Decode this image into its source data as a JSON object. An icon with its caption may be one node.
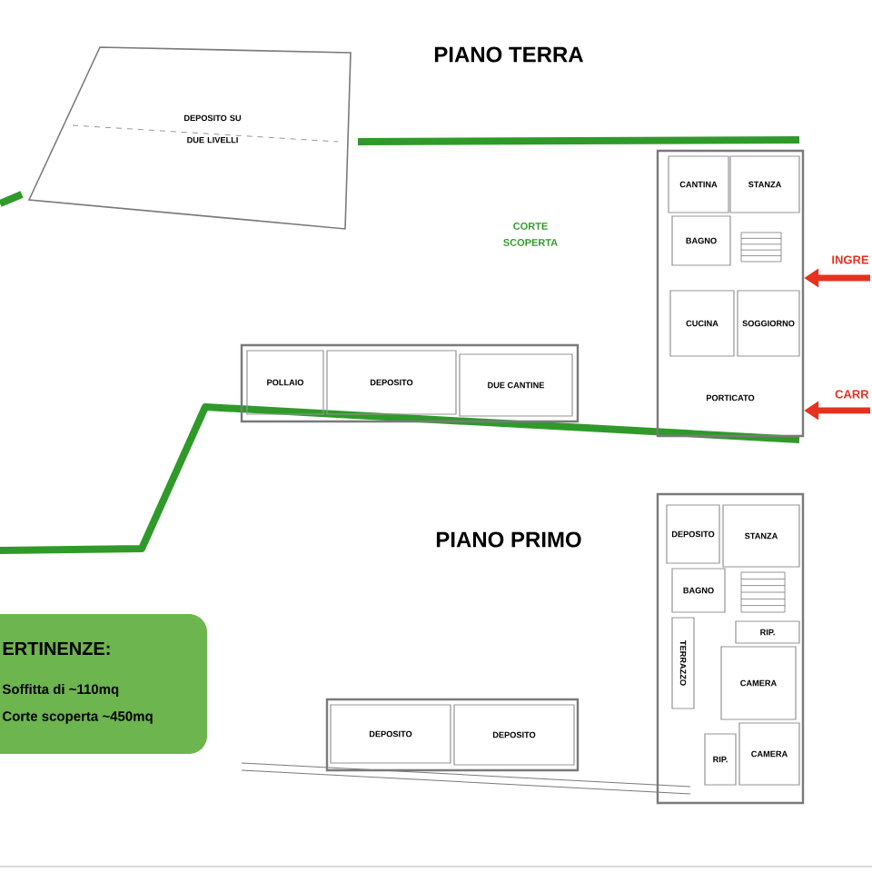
{
  "diagram": {
    "nodes": [
      {
        "text": [
          "DEPOSITO SU DUE LIVELLI"
        ]
      },
      {
        "text": [],
        "shape": "box"
      },
      {
        "text": [
          "CANTINA"
        ],
        "in": 1
      },
      {
        "text": [
          "STANZA"
        ],
        "in": 1
      },
      {
        "text": [
          "BAGNO"
        ],
        "in": 1
      },
      {
        "text": [
          "CUCINA"
        ],
        "in": 1
      },
      {
        "text": [
          "SOGGIORNO"
        ],
        "in": 1
      },
      {
        "text": [
          "PORTICATO"
        ],
        "in": 1
      },
      {
        "text": [
          "INGRE"
        ]
      },
      {
        "text": [
          "CARR"
        ]
      },
      {
        "text": [],
        "shape": "box"
      },
      {
        "text": [
          "POLLAIO"
        ],
        "in": 10
      },
      {
        "text": [
          "DEPOSITO"
        ],
        "in": 10
      },
      {
        "text": [
          "DUE CANTINE"
        ],
        "in": 10
      },
      {
        "text": [],
        "shape": "box"
      },
      {
        "text": [
          "DEPOSITO"
        ],
        "in": 14
      },
      {
        "text": [
          "STANZA"
        ],
        "in": 14
      },
      {
        "text": [
          "BAGNO"
        ],
        "in": 14
      },
      {
        "text": [
          "TERRAZZO"
        ],
        "in": 14
      },
      {
        "text": [
          "RIP."
        ],
        "in": 14
      },
      {
        "text": [
          "CAMERA"
        ],
        "in": 14
      },
      {
        "text": [
          "RIP."
        ],
        "in": 14
      },
      {
        "text": [
          "CAMERA"
        ],
        "in": 14
      },
      {
        "text": [],
        "shape": "box"
      },
      {
        "text": [
          "DEPOSITO"
        ],
        "in": 23
      },
      {
        "text": [
          "DEPOSITO"
        ],
        "in": 23
      },
      {
        "text": [
          "ERTINENZE:",
          "Soffitta di ~110mq",
          "Corte scoperta ~450mq"
        ]
      }
    ],
    "edges": [
      {
        "from": 8,
        "to": 1,
        "arrow": "to"
      },
      {
        "from": 9,
        "to": 1,
        "arrow": "to"
      }
    ],
    "labels": [
      "PIANO TERRA",
      "CORTE SCOPERTA",
      "PIANO PRIMO"
    ]
  }
}
